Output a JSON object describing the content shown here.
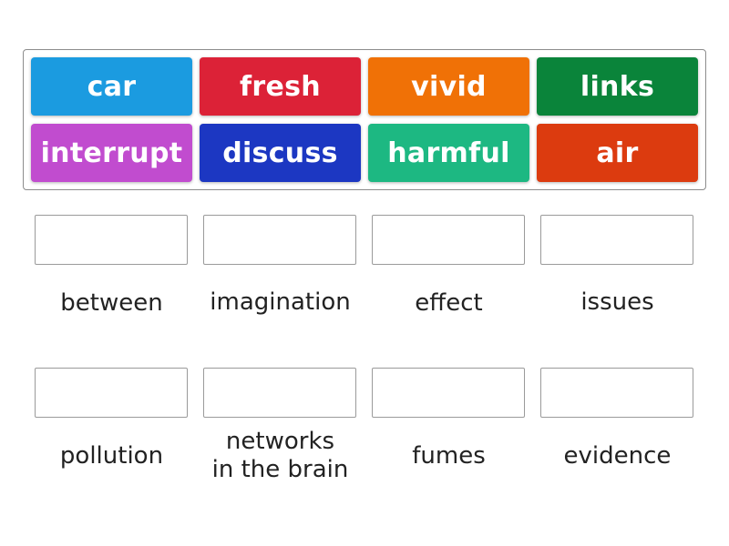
{
  "tiles": [
    {
      "label": "car",
      "color": "#1b9be0"
    },
    {
      "label": "fresh",
      "color": "#dc2237"
    },
    {
      "label": "vivid",
      "color": "#f07106"
    },
    {
      "label": "links",
      "color": "#0a843a"
    },
    {
      "label": "interrupt",
      "color": "#c14ccf"
    },
    {
      "label": "discuss",
      "color": "#1c37c2"
    },
    {
      "label": "harmful",
      "color": "#1db882"
    },
    {
      "label": "air",
      "color": "#dc3b0f"
    }
  ],
  "targets": [
    {
      "label": "between"
    },
    {
      "label": "imagination"
    },
    {
      "label": "effect"
    },
    {
      "label": "issues"
    },
    {
      "label": "pollution"
    },
    {
      "label": "networks\nin the brain"
    },
    {
      "label": "fumes"
    },
    {
      "label": "evidence"
    }
  ]
}
